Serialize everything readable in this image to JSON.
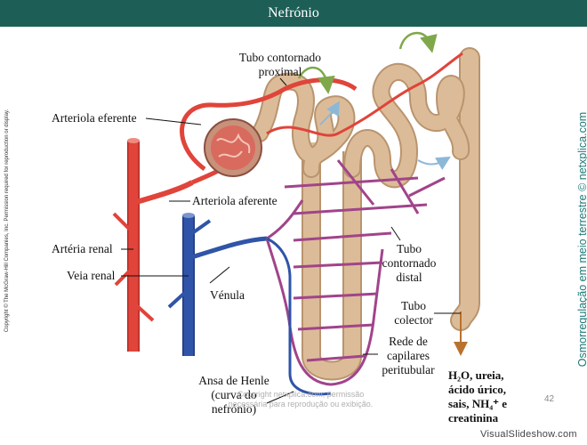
{
  "header": {
    "title": "Nefrónio"
  },
  "labels": {
    "tubo_contornado_proximal_1": "Tubo contornado",
    "tubo_contornado_proximal_2": "proximal",
    "arteriola_eferente": "Arteriola eferente",
    "arteriola_aferente": "Arteriola aferente",
    "arteria_renal": "Artéria renal",
    "veia_renal": "Veia renal",
    "venula": "Vénula",
    "tubo_distal_1": "Tubo",
    "tubo_distal_2": "contornado",
    "tubo_distal_3": "distal",
    "tubo_colector_1": "Tubo",
    "tubo_colector_2": "colector",
    "rede_1": "Rede de",
    "rede_2": "capilares",
    "rede_3": "peritubular",
    "ansa_1": "Ansa de Henle",
    "ansa_2": "(curva do",
    "ansa_3": "nefrónio)"
  },
  "products": {
    "line1": "H₂O, ureia,",
    "line2": "ácido úrico,",
    "line3": "sais, NH₄⁺ e",
    "line4": "creatinina"
  },
  "side_text": {
    "copyright": "Copyright © The McGraw-Hill Companies, Inc. Permission required for reproduction or display.",
    "vertical_title": "Osmorregulação em meio terrestre © netxplica.com"
  },
  "footer": {
    "watermark_1": "Copyright netxplica.com; permissão",
    "watermark_2": "necessária para reprodução ou exibição.",
    "page_number": "42",
    "brand": "VisualSlideshow.com"
  },
  "colors": {
    "title_bar": "#1d5f56",
    "artery": "#e0443a",
    "vein": "#2f54a8",
    "capillary": "#a1448a",
    "tubule": "#dcbc98",
    "green_arrow": "#7fa84a",
    "blue_arrow": "#8cb8d8",
    "side_text": "#1d7a78"
  }
}
